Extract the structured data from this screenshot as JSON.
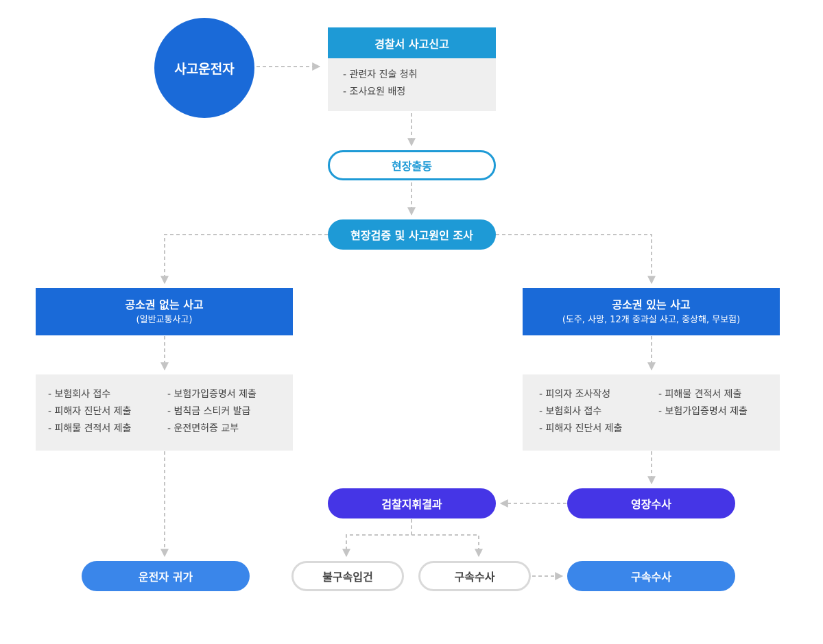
{
  "driver": {
    "label": "사고운전자"
  },
  "police_report": {
    "title": "경찰서 사고신고",
    "items": [
      "- 관련자 진술 청취",
      "- 조사요원 배정"
    ]
  },
  "dispatch": {
    "label": "현장출동"
  },
  "investigation": {
    "label": "현장검증 및 사고원인 조사"
  },
  "no_prosecution": {
    "title": "공소권 없는 사고",
    "subtitle": "(일반교통사고)",
    "items_col1": [
      "- 보험회사 접수",
      "- 피해자 진단서 제출",
      "- 피해물 견적서 제출"
    ],
    "items_col2": [
      "- 보험가입증명서 제출",
      "- 범칙금 스티커 발급",
      "- 운전면허증 교부"
    ]
  },
  "with_prosecution": {
    "title": "공소권 있는 사고",
    "subtitle": "(도주, 사망, 12개 중과실 사고, 중상해, 무보험)",
    "items_col1": [
      "- 피의자 조사작성",
      "- 보험회사 접수",
      "- 피해자 진단서 제출"
    ],
    "items_col2": [
      "- 피해물 견적서 제출",
      "- 보험가입증명서 제출"
    ]
  },
  "prosecutor_result": {
    "label": "검찰지휘결과"
  },
  "warrant_investigation": {
    "label": "영장수사"
  },
  "driver_return": {
    "label": "운전자 귀가"
  },
  "non_detention": {
    "label": "불구속입건"
  },
  "detention_mid": {
    "label": "구속수사"
  },
  "detention_final": {
    "label": "구속수사"
  },
  "colors": {
    "primary_blue": "#1a6ad8",
    "sky_blue": "#1e9ad6",
    "purple": "#4535e6",
    "light_blue": "#3a86ea",
    "gray_bg": "#efefef",
    "connector": "#c4c4c4"
  }
}
